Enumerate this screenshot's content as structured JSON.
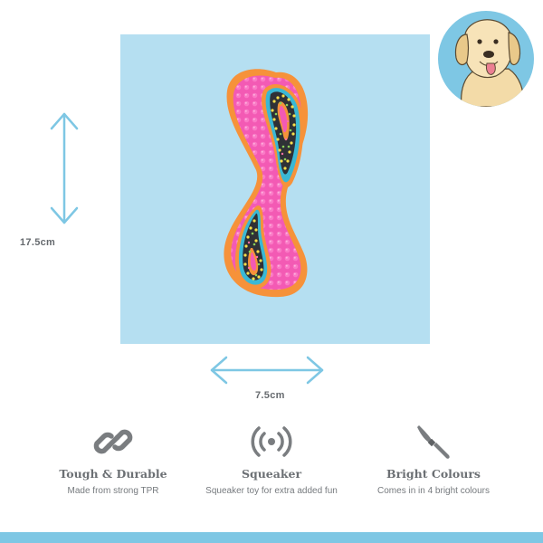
{
  "dimensions": {
    "height_label": "17.5cm",
    "width_label": "7.5cm"
  },
  "features": [
    {
      "icon": "chain-link-icon",
      "title": "Tough & Durable",
      "description": "Made from strong TPR"
    },
    {
      "icon": "speaker-waves-icon",
      "title": "Squeaker",
      "description": "Squeaker toy for extra added fun"
    },
    {
      "icon": "paintbrush-icon",
      "title": "Bright Colours",
      "description": "Comes in in 4 bright colours"
    }
  ],
  "colors": {
    "panel_background": "#b5dff1",
    "accent_blue": "#7ec7e4",
    "toy_pink": "#f35ab4",
    "toy_orange": "#f6923a",
    "icon_gray": "#7a7d80"
  }
}
